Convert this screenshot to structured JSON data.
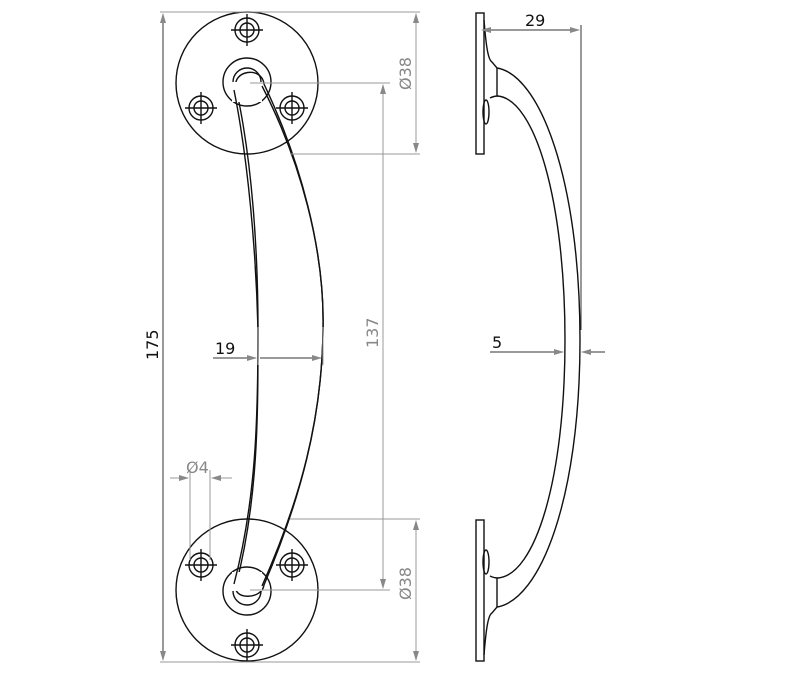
{
  "dimensions": {
    "overall_length": "175",
    "fixing_centres": "137",
    "rose_diameter_top": "Ø38",
    "rose_diameter_bottom": "Ø38",
    "grip_width": "19",
    "screw_hole_diameter": "Ø4",
    "projection": "29",
    "bar_thickness": "5"
  }
}
